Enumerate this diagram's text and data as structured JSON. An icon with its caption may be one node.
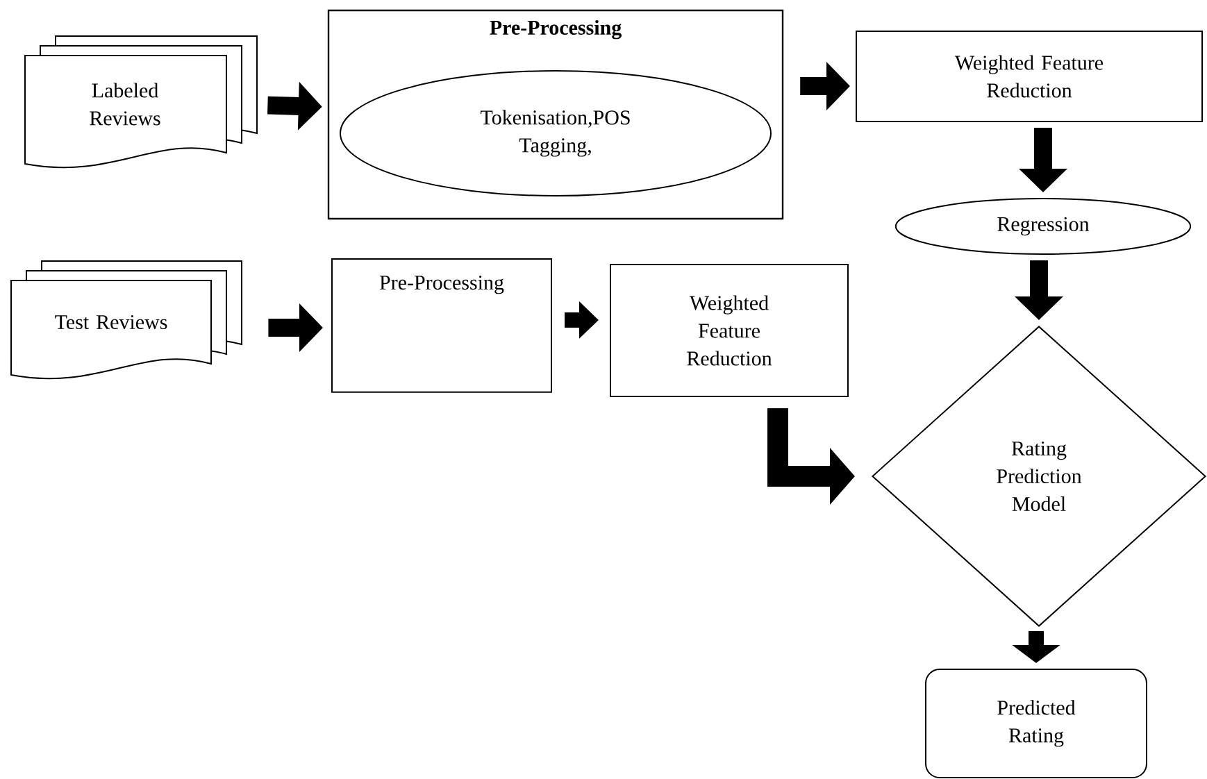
{
  "diagram": {
    "nodes": [
      {
        "text": [
          "Labeled Reviews"
        ]
      },
      {
        "text": [
          "Pre-Processing"
        ]
      },
      {
        "text": [
          "Tokenisation,POS Tagging,"
        ],
        "in": 1
      },
      {
        "text": [
          "Weighted Feature Reduction"
        ]
      },
      {
        "text": [
          "Regression"
        ]
      },
      {
        "text": [
          "Test Reviews"
        ]
      },
      {
        "text": [
          "Pre-Processing"
        ]
      },
      {
        "text": [
          "Weighted Feature Reduction"
        ]
      },
      {
        "text": [
          "Rating Prediction Model"
        ]
      },
      {
        "text": [
          "Predicted Rating"
        ]
      }
    ],
    "edges": [
      {
        "from": 0,
        "to": 1,
        "arrow": "to"
      },
      {
        "from": 1,
        "to": 3,
        "arrow": "to"
      },
      {
        "from": 3,
        "to": 4,
        "arrow": "to"
      },
      {
        "from": 4,
        "to": 8,
        "arrow": "to"
      },
      {
        "from": 5,
        "to": 6,
        "arrow": "to"
      },
      {
        "from": 6,
        "to": 7,
        "arrow": "to"
      },
      {
        "from": 7,
        "to": 8,
        "arrow": "to"
      },
      {
        "from": 8,
        "to": 9,
        "arrow": "to"
      }
    ]
  }
}
